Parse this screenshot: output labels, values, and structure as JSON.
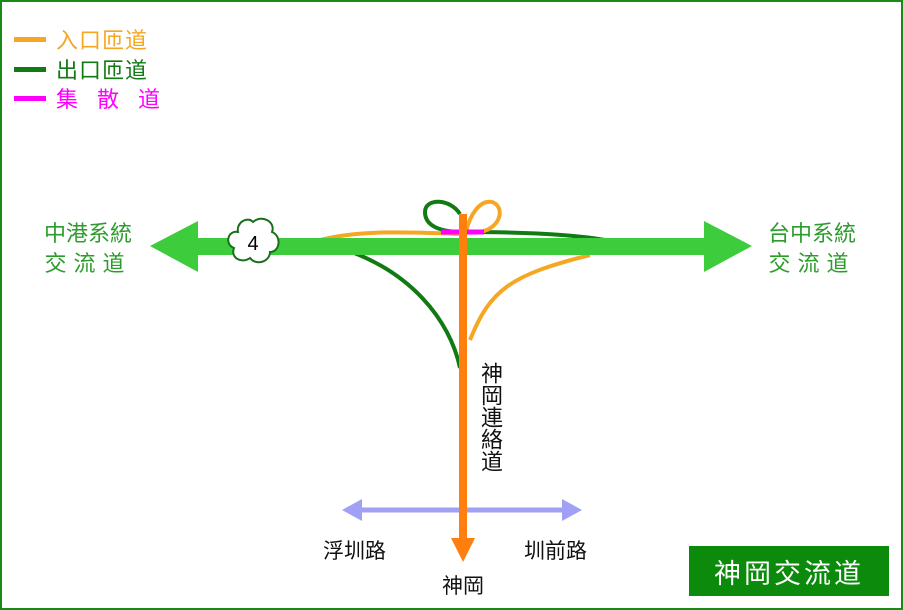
{
  "legend": [
    {
      "label": "入口匝道",
      "color": "#f5a623"
    },
    {
      "label": "出口匝道",
      "color": "#127a12"
    },
    {
      "label": "集 散 道",
      "color": "#ff00ff"
    }
  ],
  "highway": {
    "number": "4",
    "color": "#3ccc3c",
    "west_label_line1": "中港系統",
    "west_label_line2": "交流道",
    "east_label_line1": "台中系統",
    "east_label_line2": "交流道"
  },
  "connector": {
    "label": "神岡連絡道",
    "color": "#ff7f0e",
    "destination": "神岡"
  },
  "local_road": {
    "west": "浮圳路",
    "east": "圳前路",
    "color": "#a0a0f5"
  },
  "title": "神岡交流道"
}
